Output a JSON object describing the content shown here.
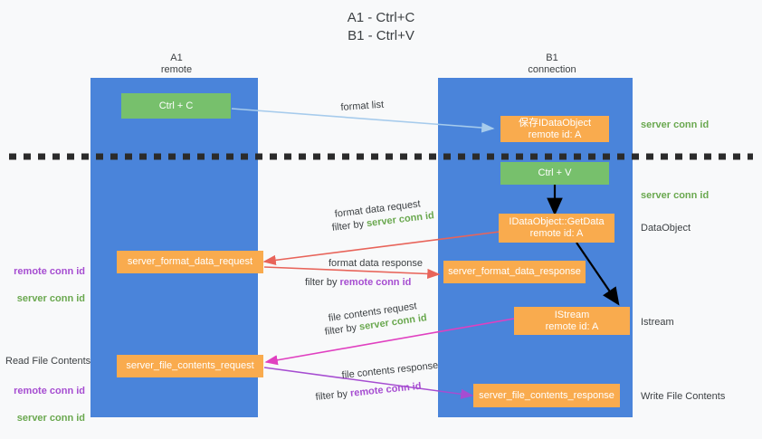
{
  "title": "A1 - Ctrl+C\nB1 - Ctrl+V",
  "columns": [
    {
      "name": "A1",
      "sub": "remote",
      "label": "A1\nremote"
    },
    {
      "name": "B1",
      "sub": "connection",
      "label": "B1\nconnection"
    }
  ],
  "colors": {
    "lane": "#4a84da",
    "green_box": "#77c06c",
    "orange_box": "#f9ab4e",
    "background": "#f8f9fa",
    "server_conn": "#6aa84f",
    "remote_conn": "#a64dd1",
    "text": "#3c4043",
    "arrow_blue": "#a6cbec",
    "arrow_red": "#e8645a",
    "arrow_magenta": "#e040c0",
    "arrow_purple": "#a64dd1",
    "arrow_black": "#000000"
  },
  "boxes": {
    "ctrl_c": "Ctrl + C",
    "ctrl_v": "Ctrl + V",
    "idataobject": "保存IDataObject\nremote id: A",
    "idataobject_getdata": "IDataObject::GetData\nremote id: A",
    "istream": "IStream\nremote id: A",
    "server_format_data_request": "server_format_data_request",
    "server_format_data_response": "server_format_data_response",
    "server_file_contents_request": "server_file_contents_request",
    "server_file_contents_response": "server_file_contents_response"
  },
  "right_labels": [
    {
      "text": "server conn id",
      "style": "green"
    },
    {
      "text": "server conn id",
      "style": "green"
    },
    {
      "text": "DataObject",
      "style": "gray"
    },
    {
      "text": "Istream",
      "style": "gray"
    },
    {
      "text": "Write File Contents",
      "style": "gray"
    }
  ],
  "left_labels": [
    {
      "remote": "remote conn id",
      "server": "server conn id"
    },
    {
      "text": "Read File Contents"
    },
    {
      "remote": "remote conn id",
      "server": "server conn id"
    }
  ],
  "captions": {
    "format_list": "format list",
    "format_data_request": "format data request",
    "format_data_request_filter_pre": "filter by ",
    "format_data_request_filter_key": "server conn id",
    "format_data_response": "format data response",
    "format_data_response_filter_pre": "filter by ",
    "format_data_response_filter_key": "remote conn id",
    "file_contents_request": "file contents request",
    "file_contents_request_filter_pre": "filter by ",
    "file_contents_request_filter_key": "server conn id",
    "file_contents_response": "file contents response",
    "file_contents_response_filter_pre": "filter by ",
    "file_contents_response_filter_key": "remote conn id"
  }
}
